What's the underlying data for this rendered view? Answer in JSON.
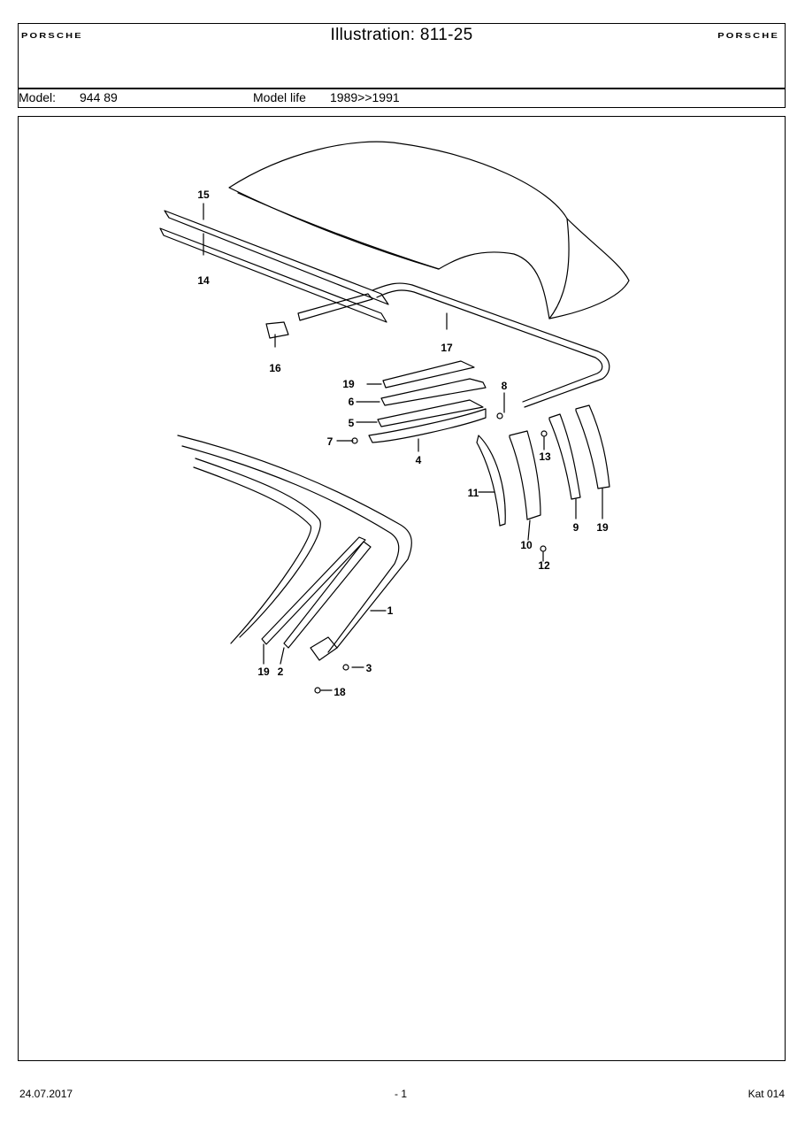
{
  "header": {
    "logo_left": "PORSCHE",
    "logo_right": "PORSCHE",
    "title": "Illustration: 811-25",
    "model_label": "Model:",
    "model_value": "944 89",
    "model_life_label": "Model life",
    "model_life_value": "1989>>1991"
  },
  "illustration": {
    "callouts": [
      "15",
      "14",
      "16",
      "17",
      "19",
      "6",
      "5",
      "7",
      "4",
      "8",
      "11",
      "10",
      "12",
      "13",
      "9",
      "19",
      "1",
      "19",
      "2",
      "3",
      "18"
    ]
  },
  "footer": {
    "date": "24.07.2017",
    "page": "- 1",
    "catalog": "Kat 014"
  }
}
